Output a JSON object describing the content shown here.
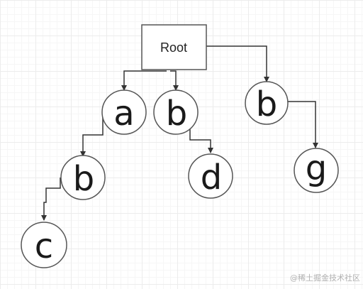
{
  "diagram": {
    "root_label": "Root",
    "watermark": "@稀土掘金技术社区",
    "nodes": {
      "a": "a",
      "b_mid": "b",
      "b_right": "b",
      "b_low": "b",
      "c": "c",
      "d": "d",
      "g": "g"
    }
  }
}
